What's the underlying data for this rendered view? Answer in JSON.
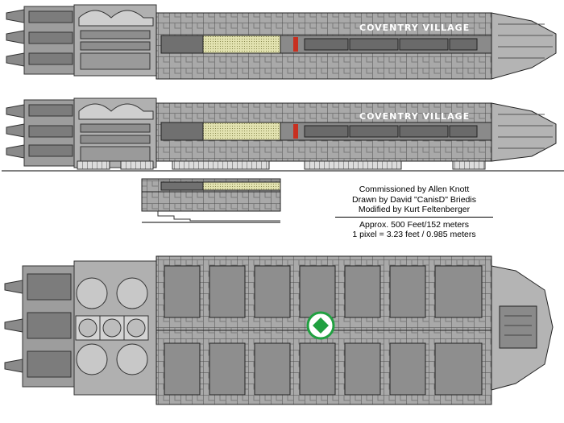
{
  "ship_name": "COVENTRY VILLAGE",
  "credits": {
    "commissioned": "Commissioned by Allen Knott",
    "drawn": "Drawn by David \"CanisD\" Briedis",
    "modified": "Modified by Kurt Feltenberger",
    "length": "Approx. 500 Feet/152 meters",
    "scale": "1 pixel = 3.23 feet / 0.985 meters"
  },
  "colors": {
    "hull": "#a8a8a8",
    "hull_dark": "#6f6f6f",
    "panel_line": "#3a3a3a",
    "cargo_yellow": "#d8d890",
    "accent_red": "#c83020",
    "emblem_green": "#20a040"
  },
  "icons": [
    "engine-nozzle-icon",
    "landing-gear-icon",
    "tank-icon",
    "emblem-icon"
  ]
}
